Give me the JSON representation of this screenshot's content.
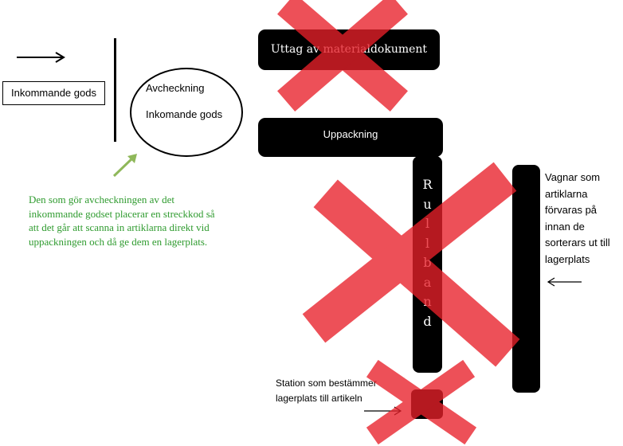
{
  "inbound": {
    "label": "Inkommande gods"
  },
  "checking_circle": {
    "line1": "Avcheckning",
    "line2": "Inkomande gods"
  },
  "blocks": {
    "uttag": "Uttag av materialdokument",
    "uppackning": "Uppackning",
    "rullband_letters": [
      "R",
      "u",
      "l",
      "l",
      "b",
      "a",
      "n",
      "d"
    ]
  },
  "vagnar": {
    "text": "Vagnar som artiklarna förvaras på innan de sorterars ut till lagerplats"
  },
  "note": {
    "text": "Den som gör avcheckningen av det inkommande godset placerar en streckkod så att det går att scanna in artiklarna direkt vid uppackningen och då ge dem en lagerplats."
  },
  "station": {
    "text": "Station som bestämmer lagerplats till artikeln"
  },
  "colors": {
    "cross": "#e8202a",
    "note_text": "#2f9b2f",
    "note_arrow": "#8fb85a"
  }
}
